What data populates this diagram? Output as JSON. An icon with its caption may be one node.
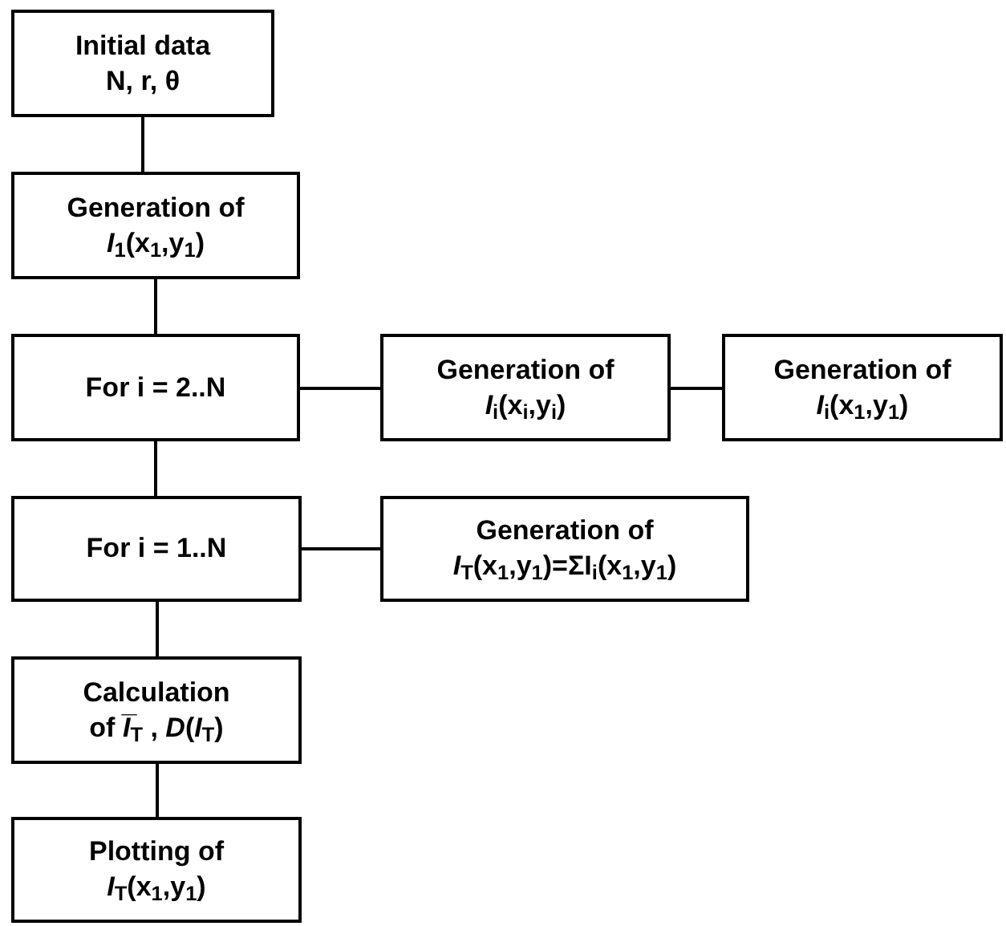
{
  "diagram": {
    "nodes": [
      {
        "text": [
          "Initial data",
          "N, r, θ"
        ]
      },
      {
        "text": [
          "Generation of",
          "*I*$_{1}$(x$_{1}$,y$_{1}$)"
        ]
      },
      {
        "text": [
          "For i = 2..N"
        ]
      },
      {
        "text": [
          "Generation of",
          "*I*$_{i}$(x$_{i}$,y$_{i}$)"
        ]
      },
      {
        "text": [
          "Generation of",
          "*I*$_{i}$(x$_{1}$,y$_{1}$)"
        ]
      },
      {
        "text": [
          "For i = 1..N"
        ]
      },
      {
        "text": [
          "Generation of",
          "*I*$_{T}$(x$_{1}$,y$_{1}$)=ΣI$_{i}$(x$_{1}$,y$_{1}$)"
        ]
      },
      {
        "text": [
          "Calculation",
          "of *I̅*$_{T}$ , *D*(*I*$_{T}$)"
        ]
      },
      {
        "text": [
          "Plotting of",
          "*I*$_{T}$(x$_{1}$,y$_{1}$)"
        ]
      }
    ],
    "edges": [
      {
        "from": 0,
        "to": 1,
        "arrow": "none"
      },
      {
        "from": 1,
        "to": 2,
        "arrow": "none"
      },
      {
        "from": 2,
        "to": 3,
        "arrow": "none"
      },
      {
        "from": 3,
        "to": 4,
        "arrow": "none"
      },
      {
        "from": 2,
        "to": 5,
        "arrow": "none"
      },
      {
        "from": 5,
        "to": 6,
        "arrow": "none"
      },
      {
        "from": 5,
        "to": 7,
        "arrow": "none"
      },
      {
        "from": 7,
        "to": 8,
        "arrow": "none"
      }
    ]
  }
}
